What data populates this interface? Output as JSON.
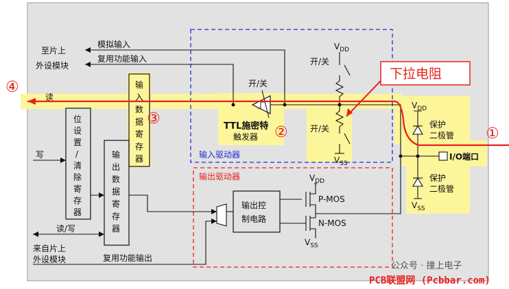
{
  "labels": {
    "analog_input": "模拟输入",
    "alt_func_input": "复用功能输入",
    "to_onchip_top": "至片上",
    "to_onchip_bottom": "外设模块",
    "read": "读",
    "write": "写",
    "read_write": "读/写",
    "from_onchip_top": "来自片上",
    "from_onchip_bottom": "外设模块",
    "alt_func_output": "复用功能输出",
    "bsrr_1": "位",
    "bsrr_2": "设",
    "bsrr_3": "置",
    "bsrr_4": "/",
    "bsrr_5": "清",
    "bsrr_6": "除",
    "bsrr_7": "寄",
    "bsrr_8": "存",
    "bsrr_9": "器",
    "idr_1": "输",
    "idr_2": "入",
    "idr_3": "数",
    "idr_4": "据",
    "idr_5": "寄",
    "idr_6": "存",
    "idr_7": "器",
    "odr_1": "输",
    "odr_2": "出",
    "odr_3": "数",
    "odr_4": "据",
    "odr_5": "寄",
    "odr_6": "存",
    "odr_7": "器",
    "on_off_1": "开/关",
    "on_off_2": "开/关",
    "on_off_3": "开/关",
    "ttl_1": "TTL施密特",
    "ttl_2": "触发器",
    "input_driver": "输入驱动器",
    "output_driver": "输出驱动器",
    "ctrl_1": "输出控",
    "ctrl_2": "制电路",
    "pmos": "P-MOS",
    "nmos": "N-MOS",
    "protect_top_1": "保护",
    "protect_top_2": "二极管",
    "protect_bot_1": "保护",
    "protect_bot_2": "二极管",
    "io_port": "I/O端口",
    "pull_down": "下拉电阻",
    "vdd": "V",
    "vdd_sub": "DD",
    "vss": "V",
    "vss_sub": "SS",
    "num1": "①",
    "num2": "②",
    "num3": "③",
    "num4": "④",
    "watermark_1": "公众号 · 撞上电子",
    "watermark_2": "PCB联盟网 (Pcbbar.com)"
  },
  "colors": {
    "highlight": "#fdf59a",
    "signal_path": "#e8211d",
    "input_box": "#1f2fd0",
    "output_box": "#e8211d",
    "panel": "#e2e2e2"
  }
}
